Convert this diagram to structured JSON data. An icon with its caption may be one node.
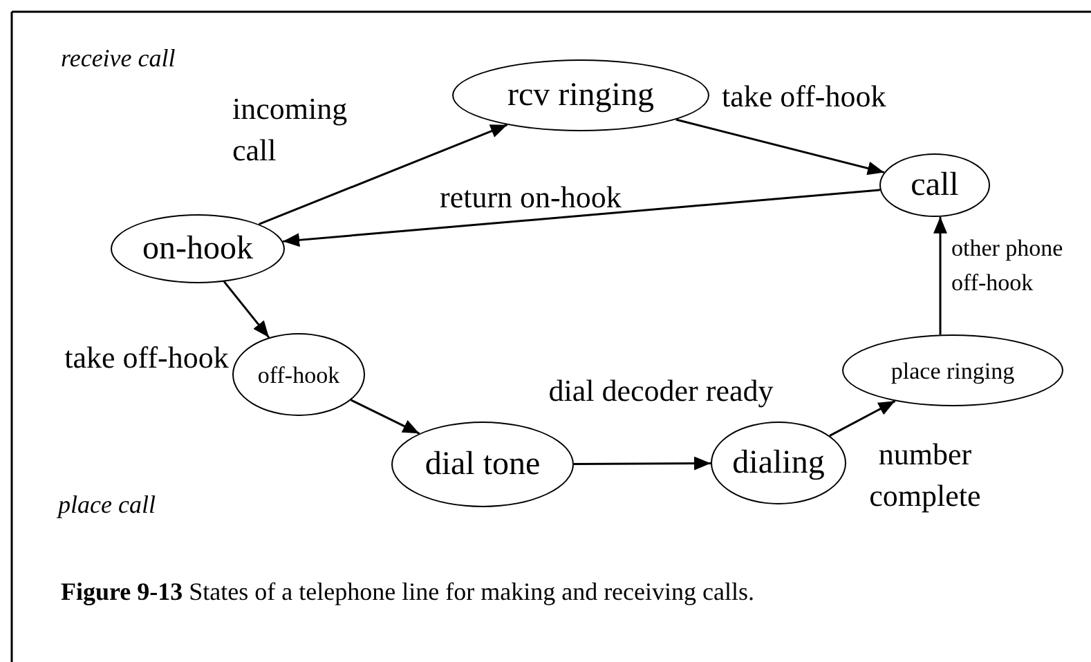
{
  "diagram": {
    "caption": "**Figure 9-13** States of a telephone line for making and receiving calls.",
    "nodes": [
      {
        "text": [
          "on-hook"
        ]
      },
      {
        "text": [
          "rcv ringing"
        ]
      },
      {
        "text": [
          "call"
        ]
      },
      {
        "text": [
          "off-hook"
        ]
      },
      {
        "text": [
          "dial tone"
        ]
      },
      {
        "text": [
          "dialing"
        ]
      },
      {
        "text": [
          "place ringing"
        ]
      }
    ],
    "edges": [
      {
        "from": 0,
        "to": 1,
        "arrow": "to",
        "label": "incoming call"
      },
      {
        "from": 1,
        "to": 2,
        "arrow": "to",
        "label": "take off-hook"
      },
      {
        "from": 2,
        "to": 0,
        "arrow": "to",
        "label": "return on-hook"
      },
      {
        "from": 0,
        "to": 3,
        "arrow": "to",
        "label": "take off-hook"
      },
      {
        "from": 3,
        "to": 4,
        "arrow": "to"
      },
      {
        "from": 4,
        "to": 5,
        "arrow": "to",
        "label": "dial decoder ready"
      },
      {
        "from": 5,
        "to": 6,
        "arrow": "to",
        "label": "number complete"
      },
      {
        "from": 6,
        "to": 2,
        "arrow": "to",
        "label": "other phone off-hook"
      }
    ],
    "labels": [
      "receive call",
      "place call"
    ]
  }
}
